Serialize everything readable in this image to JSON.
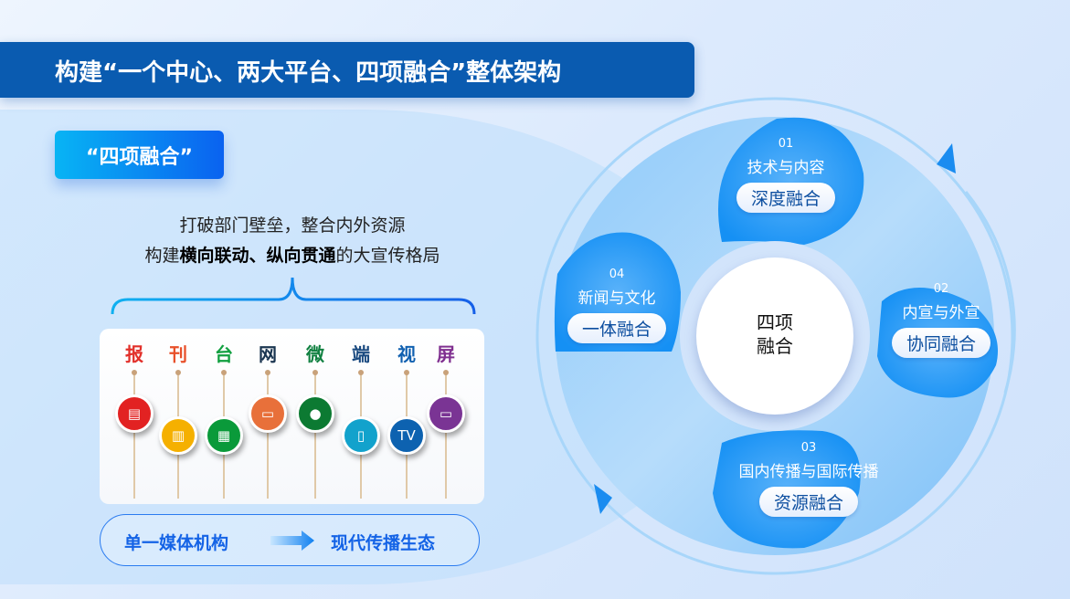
{
  "title": "构建“一个中心、两大平台、四项融合”整体架构",
  "badge": "“四项融合”",
  "desc": {
    "line1": "打破部门壁垒，整合内外资源",
    "line2_pre": "构建",
    "line2_bold": "横向联动、纵向贯通",
    "line2_post": "的大宣传格局"
  },
  "media": [
    {
      "label": "报",
      "color": "#e2302a",
      "icon_color": "#e22222",
      "icon": "newspaper-icon",
      "glyph": "▤"
    },
    {
      "label": "刊",
      "color": "#e8502a",
      "icon_color": "#f5b000",
      "icon": "magazine-icon",
      "glyph": "▥"
    },
    {
      "label": "台",
      "color": "#12a040",
      "icon_color": "#0a9a3a",
      "icon": "grid-app-icon",
      "glyph": "▦"
    },
    {
      "label": "网",
      "color": "#1a3550",
      "icon_color": "#e8703a",
      "icon": "web-chart-icon",
      "glyph": "▭"
    },
    {
      "label": "微",
      "color": "#108040",
      "icon_color": "#0c7a32",
      "icon": "wechat-icon",
      "glyph": "●"
    },
    {
      "label": "端",
      "color": "#1a4a80",
      "icon_color": "#12a2cc",
      "icon": "mobile-icon",
      "glyph": "▯"
    },
    {
      "label": "视",
      "color": "#1060b0",
      "icon_color": "#0d62b0",
      "icon": "tv-icon",
      "glyph": "TV"
    },
    {
      "label": "屏",
      "color": "#803090",
      "icon_color": "#7a3494",
      "icon": "screen-icon",
      "glyph": "▭"
    }
  ],
  "transform": {
    "from": "单一媒体机构",
    "to": "现代传播生态"
  },
  "diagram": {
    "center": "四项融合",
    "center_l1": "四项",
    "center_l2": "融合",
    "items": [
      {
        "num": "01",
        "sub": "技术与内容",
        "tag": "深度融合"
      },
      {
        "num": "02",
        "sub": "内宣与外宣",
        "tag": "协同融合"
      },
      {
        "num": "03",
        "sub": "国内传播与国际传播",
        "tag": "资源融合"
      },
      {
        "num": "04",
        "sub": "新闻与文化",
        "tag": "一体融合"
      }
    ]
  },
  "colors": {
    "primary": "#0a5bb0",
    "accent": "#1463e6"
  }
}
